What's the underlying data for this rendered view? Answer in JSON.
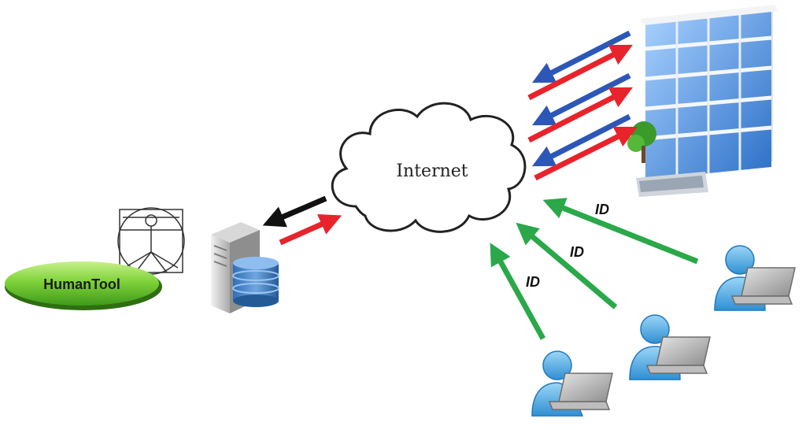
{
  "cloud": {
    "label": "Internet"
  },
  "humantool": {
    "label": "HumanTool",
    "color": "#5cbf2a"
  },
  "links": {
    "id_labels": [
      "ID",
      "ID",
      "ID"
    ]
  },
  "colors": {
    "request_arrow": "#e8232b",
    "response_arrow": "#2d57b7",
    "server_response_arrow": "#111111",
    "id_arrow": "#2aa84a",
    "user_icon": "#3fa4e0",
    "building_glass": "#4b8fdc"
  },
  "icons": [
    "vitruvian-man-icon",
    "server-database-icon",
    "cloud-icon",
    "office-building-icon",
    "user-laptop-icon"
  ]
}
